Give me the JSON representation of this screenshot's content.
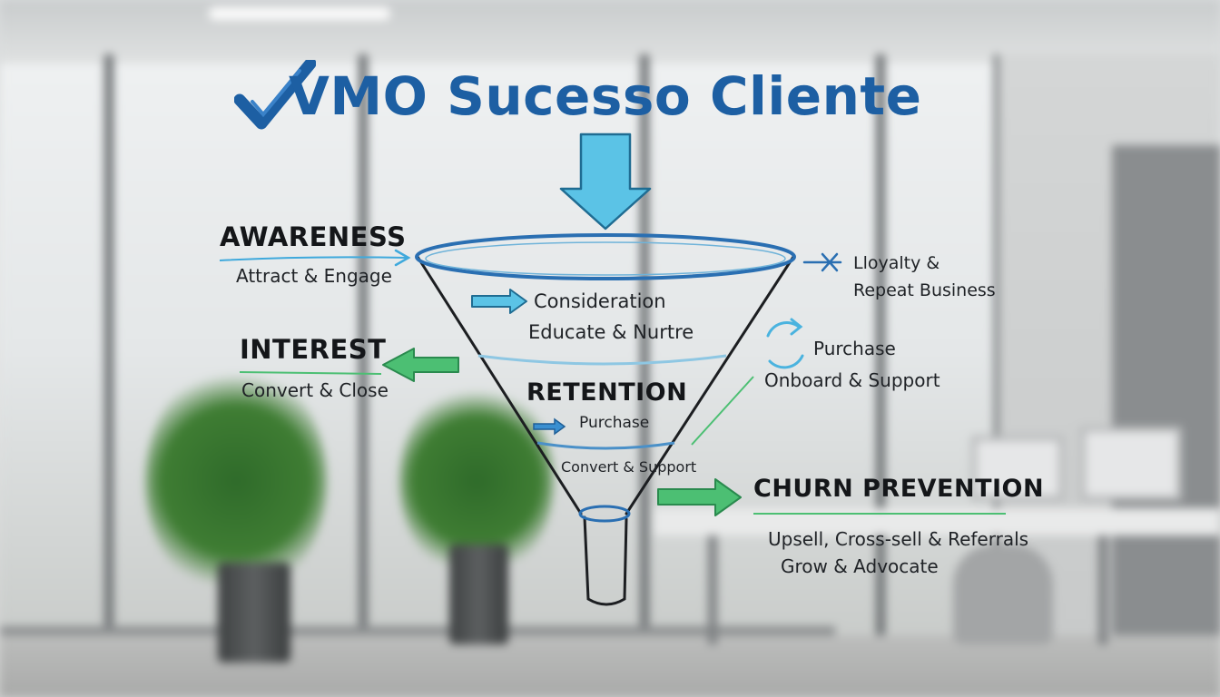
{
  "title": "VMO Sucesso Cliente",
  "stages": {
    "awareness": {
      "heading": "AWARENESS",
      "sub": "Attract & Engage"
    },
    "interest": {
      "heading": "INTEREST",
      "sub": "Convert & Close"
    },
    "consideration": {
      "heading": "Consideration",
      "sub": "Educate & Nurtre"
    },
    "retention": {
      "heading": "RETENTION",
      "sub": "Purchase",
      "note": "Convert & Support"
    },
    "loyalty": {
      "line1": "Lloyalty &",
      "line2": "Repeat Business"
    },
    "purchase": {
      "heading": "Purchase",
      "sub": "Onboard & Support"
    },
    "churn": {
      "heading": "CHURN PREVENTION",
      "line1": "Upsell, Cross-sell & Referrals",
      "line2": "Grow & Advocate"
    }
  },
  "colors": {
    "brand_blue": "#1d5fa3",
    "arrow_cyan": "#5bc3e6",
    "arrow_green": "#4cbf73",
    "funnel_rim": "#2a6fb2",
    "ink": "#1f2226"
  },
  "icons": [
    "checkmark-logo-icon",
    "down-arrow-icon",
    "cycle-arrows-icon",
    "cross-arrow-icon"
  ]
}
